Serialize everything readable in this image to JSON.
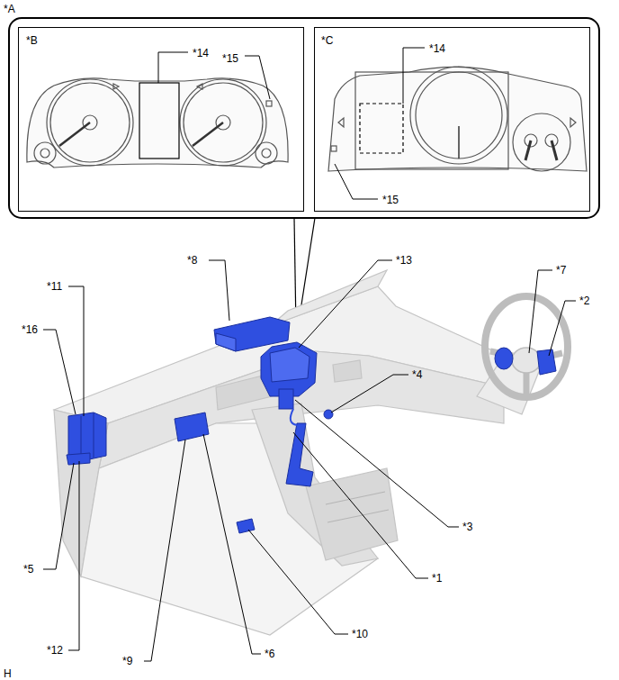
{
  "diagram": {
    "nodes": [
      {
        "text": [
          "*B",
          "*14",
          "*15"
        ]
      },
      {
        "text": [
          "*C",
          "*14",
          "*15"
        ]
      }
    ],
    "labels": [
      "*A",
      "*8",
      "*13",
      "*11",
      "*16",
      "*7",
      "*2",
      "*4",
      "*3",
      "*1",
      "*5",
      "*10",
      "*6",
      "*12",
      "*9",
      "H"
    ]
  }
}
